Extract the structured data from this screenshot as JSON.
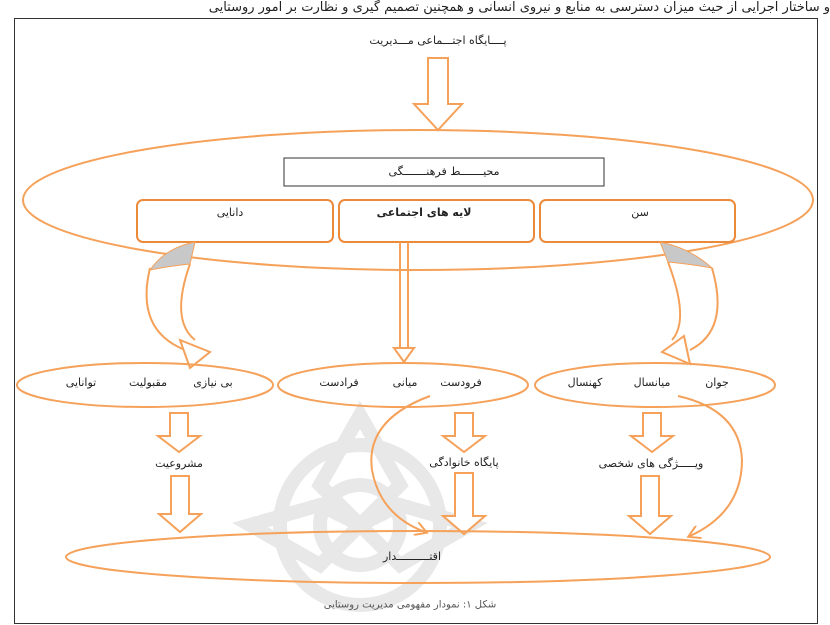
{
  "top_strip_text": "و ساختار اجرایی از حیث میزان دسترسی به منابع و نیروی انسانی و همچنین تصمیم گیری و نظارت بر امور روستایی",
  "title": "پــــایگاه اجتـــماعی مـــدیریت",
  "culture_box": "محیـــــــط فرهنـــــــگی",
  "top_boxes": [
    "سن",
    "لایه های اجتماعی",
    "دانایی"
  ],
  "ellipse_left": [
    "بی نیازی",
    "مقبولیت",
    "توانایی"
  ],
  "ellipse_middle": [
    "فرودست",
    "میانی",
    "فرادست"
  ],
  "ellipse_right": [
    "جوان",
    "میانسال",
    "کهنسال"
  ],
  "mid_labels": {
    "left": "مشروعیت",
    "middle": "پایگاه خانوادگی",
    "right": "ویـــــژگی های شخصی"
  },
  "bottom_ellipse": "اقتــــــــــدار",
  "caption": "شکل ۱: نمودار مفهومی مدیریت روستایی",
  "colors": {
    "accent": "#f5a15a",
    "box_border": "#ec8a3c",
    "gray_wedge": "#c8c8c8",
    "watermark": "#e9e9e9"
  }
}
